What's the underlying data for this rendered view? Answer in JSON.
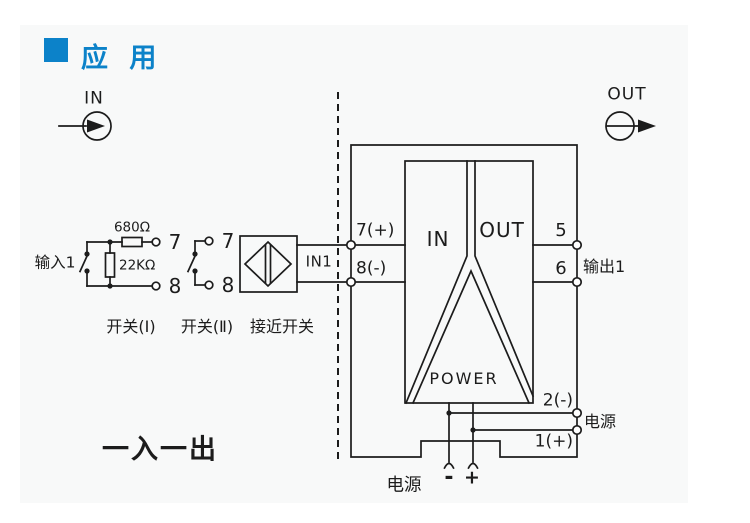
{
  "colors": {
    "accent": "#0c82c9",
    "line": "#1c1c1c",
    "paper": "#f8f9f9"
  },
  "header": {
    "title": "应 用"
  },
  "source_symbols": {
    "in": "IN",
    "out": "OUT"
  },
  "input_circuit": {
    "input1": "输入1",
    "r680": "680Ω",
    "r22k": "22KΩ",
    "sw1_t7": "7",
    "sw1_t8": "8",
    "sw2_t7": "7",
    "sw2_t8": "8",
    "sw1_name": "开关(Ⅰ)",
    "sw2_name": "开关(Ⅱ)",
    "proximity_name": "接近开关",
    "in1": "IN1"
  },
  "device": {
    "t7": "7(+)",
    "t8": "8(-)",
    "t5": "5",
    "t6": "6",
    "t2": "2(-)",
    "t1": "1(+)",
    "in_section": "IN",
    "out_section": "OUT",
    "power_section": "POWER",
    "output1": "输出1",
    "power_right": "电源",
    "power_bottom": "电源",
    "minus": "-",
    "plus": "+"
  },
  "caption": "一入一出"
}
